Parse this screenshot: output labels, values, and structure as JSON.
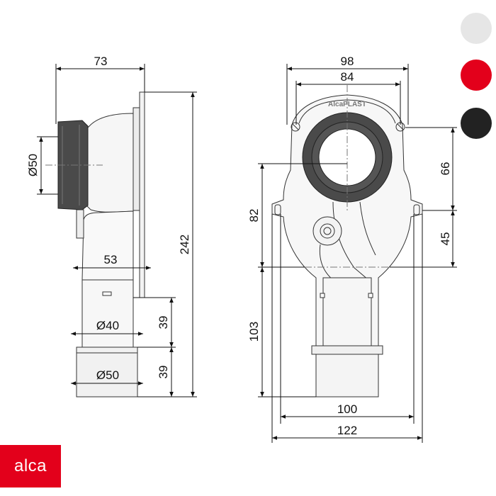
{
  "brand": {
    "logo_text": "alca",
    "embossed_text": "AlcaPLAST"
  },
  "colors": {
    "swatch_white": "#e6e6e6",
    "swatch_red": "#e3001b",
    "swatch_black": "#222222",
    "logo_bg": "#e3001b"
  },
  "side_view": {
    "width_top": "73",
    "inlet_dia": "Ø50",
    "height_total": "242",
    "offset": "53",
    "pipe_dia": "Ø40",
    "height_pipe": "39",
    "outlet_dia": "Ø50",
    "height_outlet": "39"
  },
  "front_view": {
    "width_outer": "98",
    "width_inner": "84",
    "height_upper": "66",
    "height_mid": "45",
    "height_left_upper": "82",
    "height_left_lower": "103",
    "width_base": "100",
    "width_total": "122"
  }
}
